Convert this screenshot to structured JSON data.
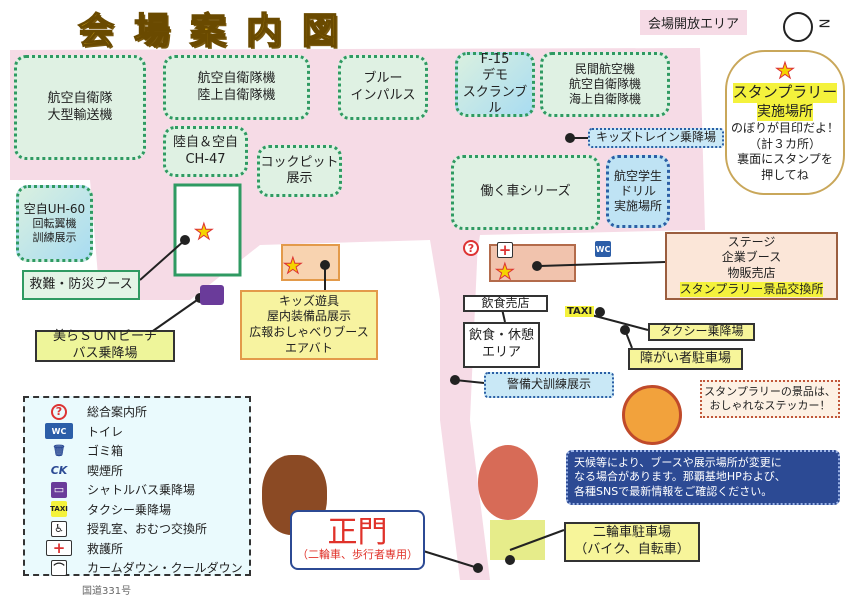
{
  "title": "会場案内図",
  "open_area_label": "会場開放エリア",
  "compass": {
    "label": "N"
  },
  "zones": {
    "transport": [
      "航空自衛隊",
      "大型輸送機"
    ],
    "jasdf_gsdf": [
      "航空自衛隊機",
      "陸上自衛隊機"
    ],
    "blue_impulse": [
      "ブルー",
      "インパルス"
    ],
    "ch47": [
      "陸自＆空自",
      "CH-47"
    ],
    "cockpit": [
      "コックピット",
      "展示"
    ],
    "uh60": [
      "空自UH-60",
      "回転翼機",
      "訓練展示"
    ],
    "f15": [
      "F-15",
      "デモ",
      "スクランブル"
    ],
    "civil": [
      "民間航空機",
      "航空自衛隊機",
      "海上自衛隊機"
    ],
    "vehicles": [
      "働く車シリーズ"
    ],
    "cadet_drill": [
      "航空学生",
      "ドリル",
      "実施場所"
    ]
  },
  "kids_train": "キッズトレイン乗降場",
  "stamp_rally": {
    "title": "スタンプラリー",
    "subtitle": "実施場所",
    "lines": [
      "のぼりが目印だよ！",
      "（計３カ所）",
      "裏面にスタンプを",
      "押してね"
    ]
  },
  "rescue_booth": "救難・防災ブース",
  "kids_area": [
    "キッズ遊具",
    "屋内装備品展示",
    "広報おしゃべりブース",
    "エアバト"
  ],
  "bus_stop": [
    "美らＳＵＮビーチ",
    "バス乗降場"
  ],
  "stage": [
    "ステージ",
    "企業ブース",
    "物販売店",
    "スタンプラリー景品交換所"
  ],
  "food_stand": "飲食売店",
  "food_rest": [
    "飲食・休憩",
    "エリア"
  ],
  "taxi_icon": "TAXI",
  "taxi_stand": "タクシー乗降場",
  "disabled_parking": "障がい者駐車場",
  "dog_demo": "警備犬訓練展示",
  "sticker_note": [
    "スタンプラリーの景品は、",
    "おしゃれなステッカー！"
  ],
  "notice": [
    "天候等により、ブースや展示場所が変更に",
    "なる場合があります。那覇基地HPおよび、",
    "各種SNSで最新情報をご確認ください。"
  ],
  "bike_parking": [
    "二輪車駐車場",
    "（バイク、自転車）"
  ],
  "main_gate": {
    "title": "正門",
    "sub": "（二輪車、歩行者専用）"
  },
  "road": "国道331号",
  "legend": [
    {
      "icon": "?",
      "label": "総合案内所"
    },
    {
      "icon": "WC",
      "label": "トイレ"
    },
    {
      "icon": "🗑",
      "label": "ゴミ箱"
    },
    {
      "icon": "CK",
      "label": "喫煙所"
    },
    {
      "icon": "▭",
      "label": "シャトルバス乗降場"
    },
    {
      "icon": "TAXI",
      "label": "タクシー乗降場"
    },
    {
      "icon": "♿",
      "label": "授乳室、おむつ交換所"
    },
    {
      "icon": "+",
      "label": "救護所"
    },
    {
      "icon": "⌒",
      "label": "カームダウン・クールダウン"
    }
  ],
  "colors": {
    "pink": "#f6dbe6",
    "green": "#2f9a62",
    "yellow": "#f7f59a",
    "navy": "#2c4a94"
  }
}
